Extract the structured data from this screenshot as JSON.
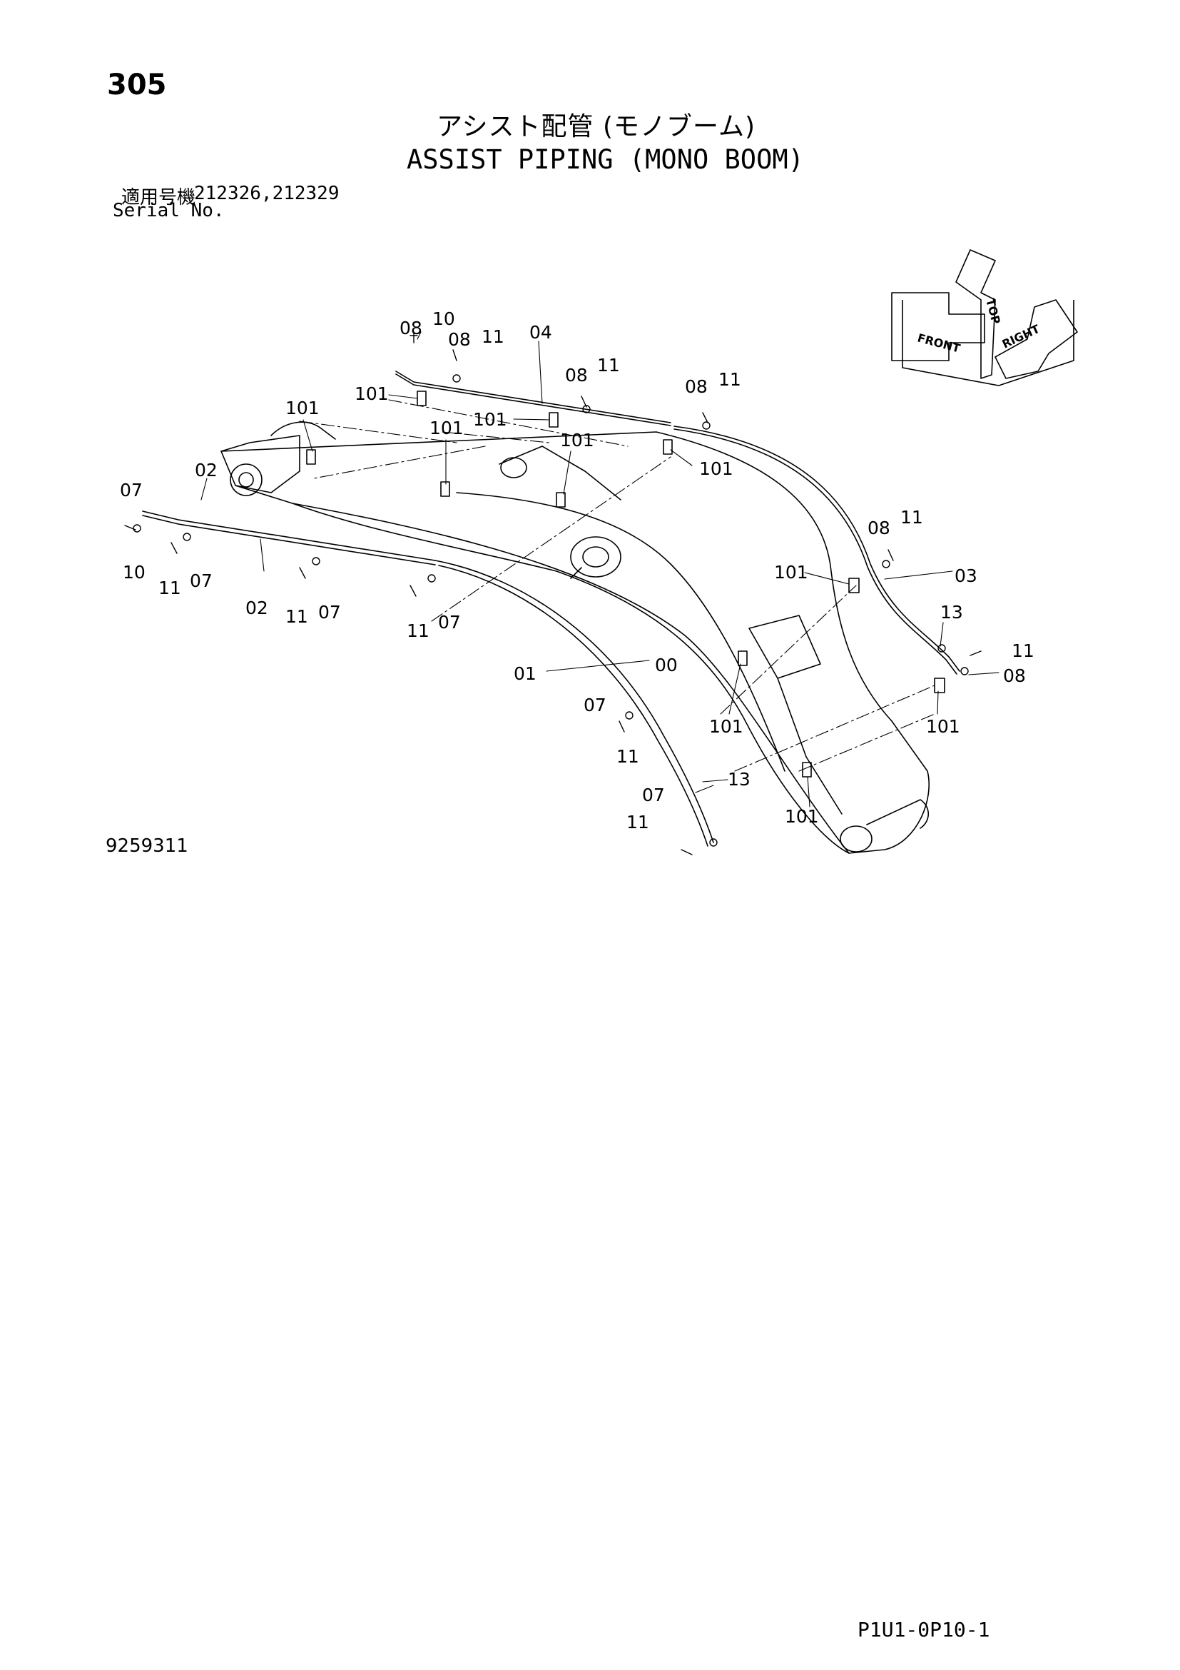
{
  "header": {
    "page_number": "305",
    "title_jp": "アシスト配管 (モノブーム)",
    "title_en": "ASSIST PIPING (MONO BOOM)",
    "serial_label_jp": "適用号機",
    "serial_values": "212326,212329",
    "serial_label_en": "Serial No."
  },
  "compass": {
    "top": "TOP",
    "front": "FRONT",
    "right": "RIGHT"
  },
  "part_labels": [
    "08",
    "10",
    "08",
    "11",
    "04",
    "101",
    "08",
    "11",
    "08",
    "11",
    "101",
    "101",
    "101",
    "101",
    "101",
    "02",
    "07",
    "10",
    "11",
    "07",
    "02",
    "11",
    "07",
    "11",
    "07",
    "08",
    "11",
    "101",
    "03",
    "13",
    "11",
    "08",
    "01",
    "00",
    "07",
    "101",
    "101",
    "11",
    "13",
    "07",
    "11",
    "101"
  ],
  "footer": {
    "drawing_number": "9259311",
    "sheet_code": "P1U1-0P10-1"
  }
}
